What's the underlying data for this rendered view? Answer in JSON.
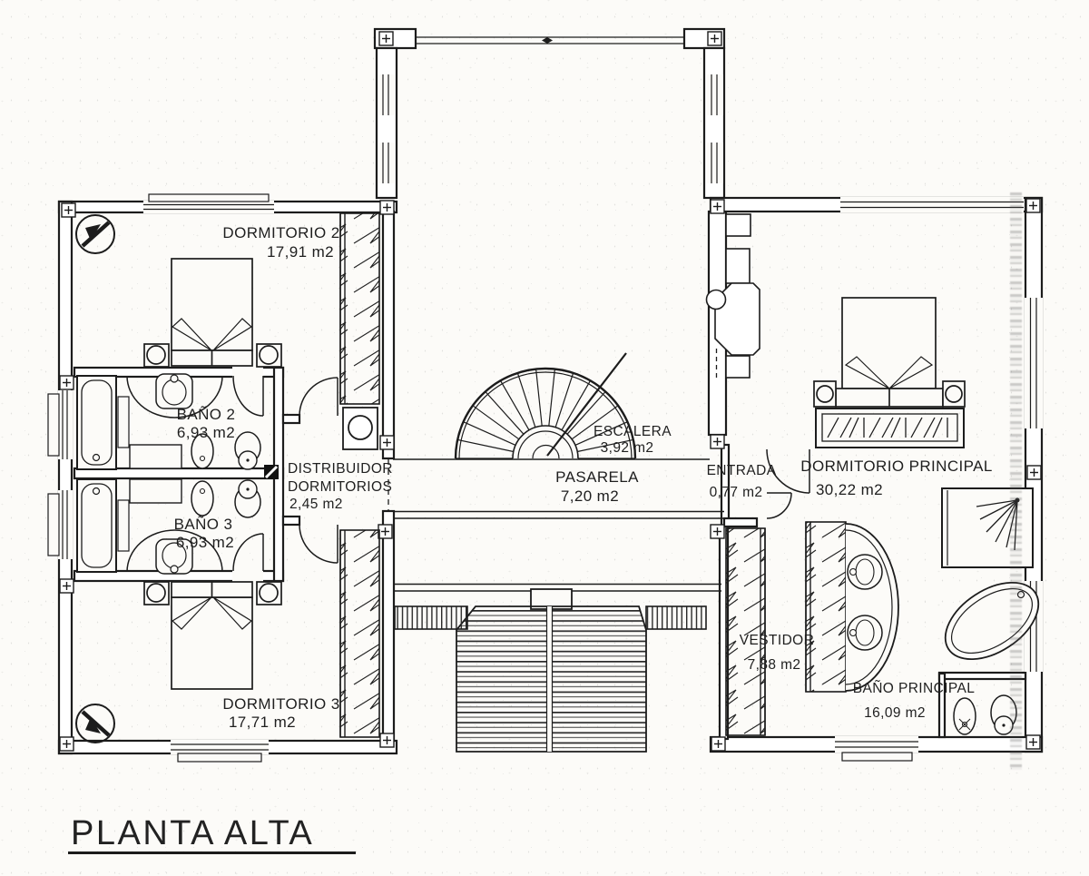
{
  "title": "PLANTA ALTA",
  "rooms": {
    "dormitorio2": {
      "name": "DORMITORIO 2",
      "area": "17,91 m2"
    },
    "bano2": {
      "name": "BAÑO 2",
      "area": "6,93 m2"
    },
    "bano3": {
      "name": "BAÑO 3",
      "area": "6,93 m2"
    },
    "dormitorio3": {
      "name": "DORMITORIO 3",
      "area": "17,71 m2"
    },
    "distribuidor": {
      "name_line1": "DISTRIBUIDOR",
      "name_line2": "DORMITORIOS",
      "area": "2,45 m2"
    },
    "pasarela": {
      "name": "PASARELA",
      "area": "7,20 m2"
    },
    "escalera": {
      "name": "ESCALERA",
      "area": "3,92 m2"
    },
    "entrada": {
      "name": "ENTRADA",
      "area": "0,77 m2"
    },
    "dormitorio_principal": {
      "name": "DORMITORIO PRINCIPAL",
      "area": "30,22 m2"
    },
    "vestidor": {
      "name": "VESTIDOR",
      "area": "7,88 m2"
    },
    "bano_principal": {
      "name": "BAÑO PRINCIPAL",
      "area": "16,09 m2"
    }
  },
  "colors": {
    "ink": "#1c1c1c",
    "paper": "#fcfbf8"
  }
}
